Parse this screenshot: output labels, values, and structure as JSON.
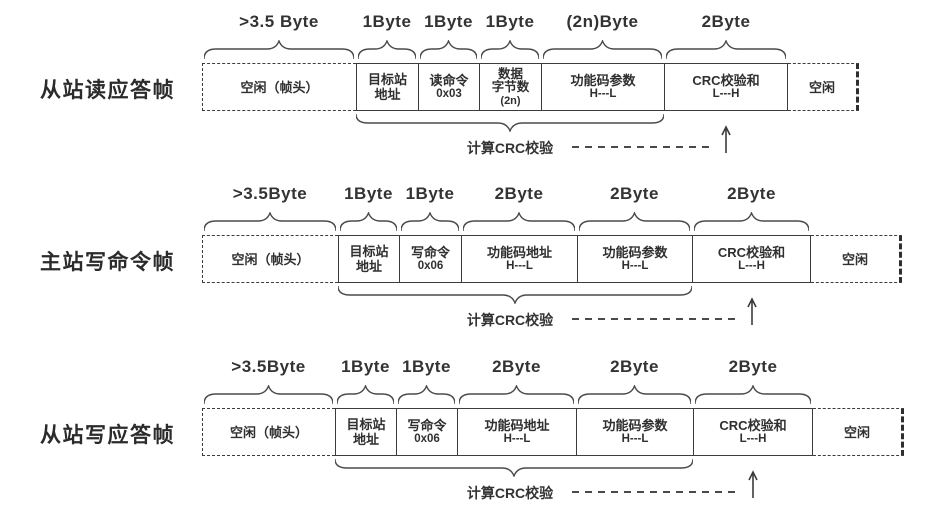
{
  "diagram": {
    "colors": {
      "line": "#3c3c3c",
      "brace": "#4a4a4a",
      "text": "#2f2f2f",
      "background": "#ffffff"
    },
    "crc_arrow_direction": "up",
    "frames": [
      {
        "label": "从站读应答帧",
        "crc_note": "计算CRC校验",
        "fields": [
          {
            "name": "idle-header",
            "size": ">3.5 Byte",
            "w": 154,
            "style": "idle-left",
            "lines": [
              "空闲（帧头）"
            ]
          },
          {
            "name": "target-address",
            "size": "1Byte",
            "w": 62,
            "style": "",
            "lines": [
              "目标站",
              "地址"
            ]
          },
          {
            "name": "read-command",
            "size": "1Byte",
            "w": 61,
            "style": "",
            "lines": [
              "读命令",
              "0x03"
            ]
          },
          {
            "name": "data-byte-count",
            "size": "1Byte",
            "w": 62,
            "style": "",
            "lines": [
              "数据",
              "字节数",
              "(2n)"
            ]
          },
          {
            "name": "function-param",
            "size": "(2n)Byte",
            "w": 123,
            "style": "",
            "lines": [
              "功能码参数",
              "H---L"
            ]
          },
          {
            "name": "crc-checksum",
            "size": "2Byte",
            "w": 124,
            "style": "",
            "lines": [
              "CRC校验和",
              "L---H"
            ]
          },
          {
            "name": "idle-tail",
            "size": "",
            "w": 71,
            "style": "idle-right",
            "lines": [
              "空闲"
            ]
          }
        ]
      },
      {
        "label": "主站写命令帧",
        "crc_note": "计算CRC校验",
        "fields": [
          {
            "name": "idle-header",
            "size": ">3.5Byte",
            "w": 136,
            "style": "idle-left",
            "lines": [
              "空闲（帧头）"
            ]
          },
          {
            "name": "target-address",
            "size": "1Byte",
            "w": 61,
            "style": "",
            "lines": [
              "目标站",
              "地址"
            ]
          },
          {
            "name": "write-command",
            "size": "1Byte",
            "w": 62,
            "style": "",
            "lines": [
              "写命令",
              "0x06"
            ]
          },
          {
            "name": "function-address",
            "size": "2Byte",
            "w": 116,
            "style": "",
            "lines": [
              "功能码地址",
              "H---L"
            ]
          },
          {
            "name": "function-param",
            "size": "2Byte",
            "w": 115,
            "style": "",
            "lines": [
              "功能码参数",
              "H---L"
            ]
          },
          {
            "name": "crc-checksum",
            "size": "2Byte",
            "w": 119,
            "style": "",
            "lines": [
              "CRC校验和",
              "L---H"
            ]
          },
          {
            "name": "idle-tail",
            "size": "",
            "w": 91,
            "style": "idle-right",
            "lines": [
              "空闲"
            ]
          }
        ]
      },
      {
        "label": "从站写应答帧",
        "crc_note": "计算CRC校验",
        "fields": [
          {
            "name": "idle-header",
            "size": ">3.5Byte",
            "w": 133,
            "style": "idle-left",
            "lines": [
              "空闲（帧头）"
            ]
          },
          {
            "name": "target-address",
            "size": "1Byte",
            "w": 61,
            "style": "",
            "lines": [
              "目标站",
              "地址"
            ]
          },
          {
            "name": "write-command",
            "size": "1Byte",
            "w": 61,
            "style": "",
            "lines": [
              "写命令",
              "0x06"
            ]
          },
          {
            "name": "function-address",
            "size": "2Byte",
            "w": 119,
            "style": "",
            "lines": [
              "功能码地址",
              "H---L"
            ]
          },
          {
            "name": "function-param",
            "size": "2Byte",
            "w": 117,
            "style": "",
            "lines": [
              "功能码参数",
              "H---L"
            ]
          },
          {
            "name": "crc-checksum",
            "size": "2Byte",
            "w": 120,
            "style": "",
            "lines": [
              "CRC校验和",
              "L---H"
            ]
          },
          {
            "name": "idle-tail",
            "size": "",
            "w": 91,
            "style": "idle-right",
            "lines": [
              "空闲"
            ]
          }
        ]
      }
    ]
  }
}
